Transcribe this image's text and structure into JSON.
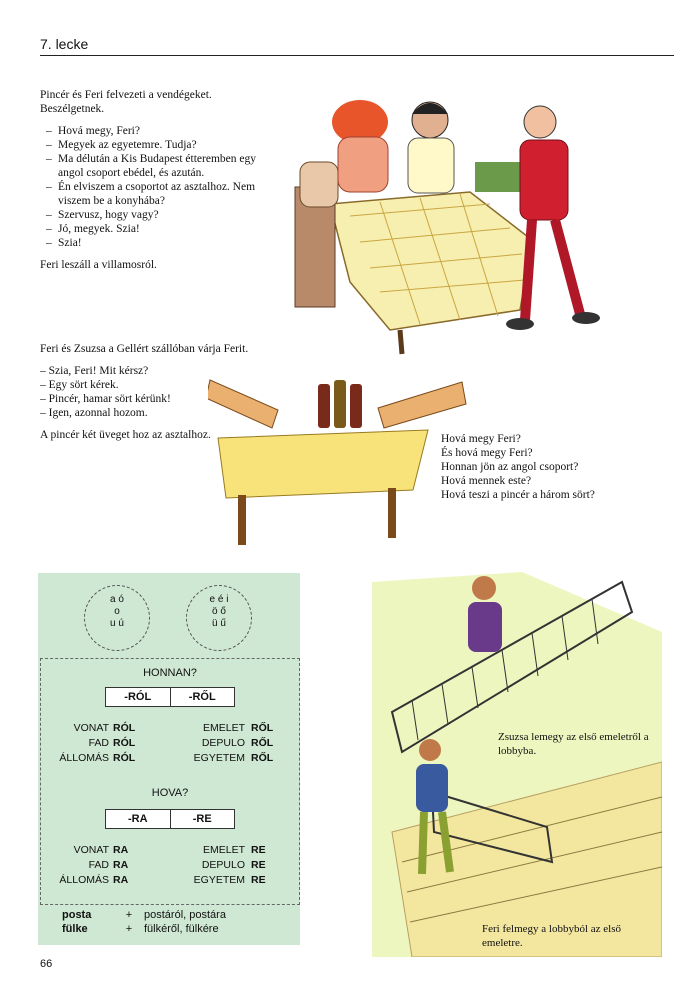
{
  "header": {
    "title": "7. lecke",
    "page_number": "66"
  },
  "section1": {
    "intro": "Pincér és Feri felvezeti a vendégeket. Beszélgetnek.",
    "dialog": [
      "Hová megy, Feri?",
      "Megyek az egyetemre. Tudja?",
      "Ma délután a Kis Budapest étteremben egy angol csoport ebédel, és azután.",
      "Én elviszem a csoportot az asztalhoz. Nem viszem be a konyhába?",
      "Szervusz, hogy vagy?",
      "Jó, megyek. Szia!",
      "Szia!"
    ],
    "outro": "Feri leszáll a villamosról."
  },
  "section2": {
    "intro": "Feri és Zsuzsa a Gellért szállóban várja Ferit.",
    "dialog": [
      "– Szia, Feri! Mit kérsz?",
      "– Egy sört kérek.",
      "– Pincér, hamar sört kérünk!",
      "– Igen, azonnal hozom."
    ],
    "outro": "A pincér két üveget hoz az asztalhoz."
  },
  "questions": [
    "Hová megy Feri?",
    "És hová megy Feri?",
    "Honnan jön az angol csoport?",
    "Hová mennek este?",
    "Hová teszi a pincér a három sört?"
  ],
  "grammar": {
    "circle1": [
      "a",
      "o",
      "u",
      "ó",
      "ú"
    ],
    "circle2": [
      "e",
      "é",
      "i",
      "ö",
      "ő",
      "ü",
      "ű"
    ],
    "honnan_title": "HONNAN?",
    "honnan_suffix": [
      "-RÓL",
      "-RŐL"
    ],
    "honnan_rows": [
      [
        "VONAT",
        "RÓL",
        "EMELET",
        "RŐL"
      ],
      [
        "FAD",
        "RÓL",
        "DEPULO",
        "RŐL"
      ],
      [
        "ÁLLOMÁS",
        "RÓL",
        "EGYETEM",
        "RŐL"
      ]
    ],
    "hova_title": "HOVA?",
    "hova_suffix": [
      "-RA",
      "-RE"
    ],
    "hova_rows": [
      [
        "VONAT",
        "RA",
        "EMELET",
        "RE"
      ],
      [
        "FAD",
        "RA",
        "DEPULO",
        "RE"
      ],
      [
        "ÁLLOMÁS",
        "RA",
        "EGYETEM",
        "RE"
      ]
    ],
    "notes": [
      [
        "posta",
        "+",
        "postáról, postára"
      ],
      [
        "fülke",
        "+",
        "fülkéről, fülkére"
      ]
    ]
  },
  "stair_captions": [
    "Zsuzsa lemegy az első emeletről a lobbyba.",
    "Feri felmegy a lobbyból az első emeletre."
  ],
  "colors": {
    "green_box": "#cfe8d3",
    "tablecloth": "#f7efb0",
    "rule": "#222222"
  }
}
